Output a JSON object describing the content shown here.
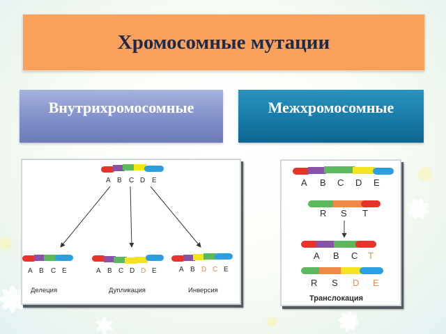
{
  "title": "Хромосомные мутации",
  "headers": {
    "intra": "Внутрихромосомные",
    "inter": "Межхромосомные"
  },
  "colors": {
    "red": "#e8332a",
    "purple": "#8a52a6",
    "green": "#5cb85c",
    "yellow": "#f3e321",
    "blue": "#2d9ee0",
    "label": "#2a2a2a",
    "label_highlight": "#f08a4b"
  },
  "intra_diagram": {
    "original_letters": [
      "A",
      "B",
      "C",
      "D",
      "E"
    ],
    "deletion": {
      "letters": [
        "A",
        "B",
        "C",
        "E"
      ],
      "caption": "Делеция"
    },
    "duplication": {
      "letters": [
        "A",
        "B",
        "C",
        "D",
        "D",
        "E"
      ],
      "caption": "Дупликация"
    },
    "inversion": {
      "letters": [
        "A",
        "B",
        "D",
        "C",
        "E"
      ],
      "caption": "Инверсия"
    }
  },
  "inter_diagram": {
    "chr1_letters": [
      "A",
      "B",
      "C",
      "D",
      "E"
    ],
    "chr2_letters": [
      "R",
      "S",
      "T"
    ],
    "result1_letters": [
      "A",
      "B",
      "C",
      "T"
    ],
    "result2_letters": [
      "R",
      "S",
      "D",
      "E"
    ],
    "caption": "Транслокация"
  }
}
